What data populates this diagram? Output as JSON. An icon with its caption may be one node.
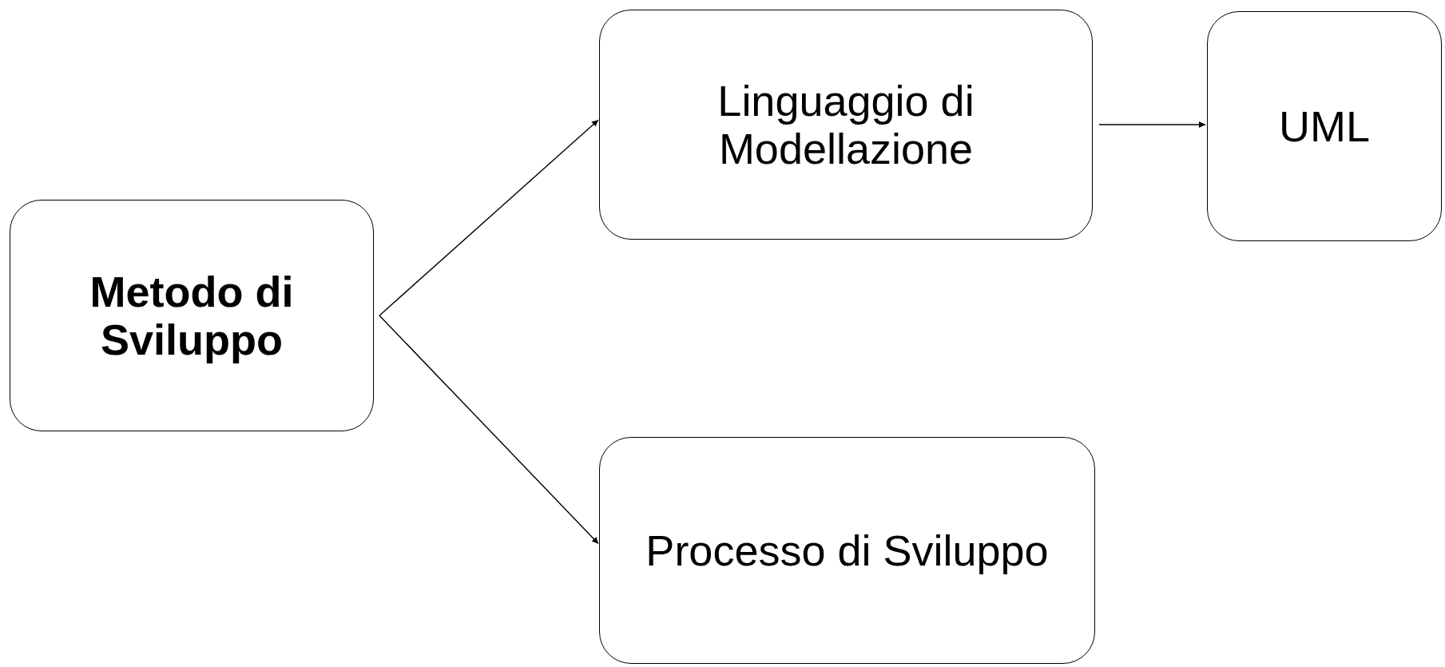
{
  "diagram": {
    "nodes": [
      {
        "text": [
          "Metodo di Sviluppo"
        ]
      },
      {
        "text": [
          "Linguaggio di Modellazione"
        ]
      },
      {
        "text": [
          "UML"
        ]
      },
      {
        "text": [
          "Processo di Sviluppo"
        ]
      }
    ],
    "edges": [
      {
        "from": 0,
        "to": 1,
        "arrow": "to"
      },
      {
        "from": 0,
        "to": 3,
        "arrow": "to"
      },
      {
        "from": 1,
        "to": 2,
        "arrow": "to"
      }
    ]
  }
}
